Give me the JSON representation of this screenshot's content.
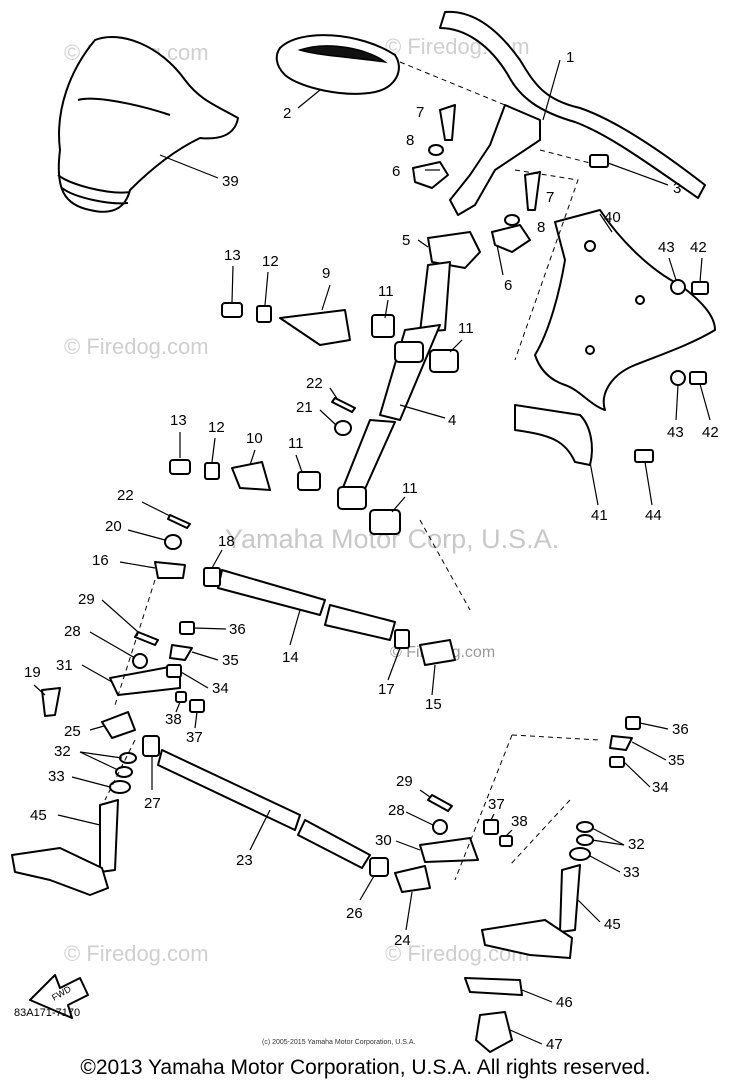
{
  "diagram": {
    "callouts": [
      {
        "id": "c1",
        "text": "1"
      },
      {
        "id": "c2",
        "text": "2"
      },
      {
        "id": "c3",
        "text": "3"
      },
      {
        "id": "c4",
        "text": "4"
      },
      {
        "id": "c5",
        "text": "5"
      },
      {
        "id": "c6a",
        "text": "6"
      },
      {
        "id": "c6b",
        "text": "6"
      },
      {
        "id": "c7a",
        "text": "7"
      },
      {
        "id": "c7b",
        "text": "7"
      },
      {
        "id": "c8a",
        "text": "8"
      },
      {
        "id": "c8b",
        "text": "8"
      },
      {
        "id": "c9",
        "text": "9"
      },
      {
        "id": "c10",
        "text": "10"
      },
      {
        "id": "c11a",
        "text": "11"
      },
      {
        "id": "c11b",
        "text": "11"
      },
      {
        "id": "c11c",
        "text": "11"
      },
      {
        "id": "c11d",
        "text": "11"
      },
      {
        "id": "c12a",
        "text": "12"
      },
      {
        "id": "c12b",
        "text": "12"
      },
      {
        "id": "c13a",
        "text": "13"
      },
      {
        "id": "c13b",
        "text": "13"
      },
      {
        "id": "c14",
        "text": "14"
      },
      {
        "id": "c15",
        "text": "15"
      },
      {
        "id": "c16",
        "text": "16"
      },
      {
        "id": "c17",
        "text": "17"
      },
      {
        "id": "c18",
        "text": "18"
      },
      {
        "id": "c19",
        "text": "19"
      },
      {
        "id": "c20",
        "text": "20"
      },
      {
        "id": "c21",
        "text": "21"
      },
      {
        "id": "c22a",
        "text": "22"
      },
      {
        "id": "c22b",
        "text": "22"
      },
      {
        "id": "c23",
        "text": "23"
      },
      {
        "id": "c24",
        "text": "24"
      },
      {
        "id": "c25",
        "text": "25"
      },
      {
        "id": "c26",
        "text": "26"
      },
      {
        "id": "c27",
        "text": "27"
      },
      {
        "id": "c28a",
        "text": "28"
      },
      {
        "id": "c28b",
        "text": "28"
      },
      {
        "id": "c29a",
        "text": "29"
      },
      {
        "id": "c29b",
        "text": "29"
      },
      {
        "id": "c30",
        "text": "30"
      },
      {
        "id": "c31",
        "text": "31"
      },
      {
        "id": "c32a",
        "text": "32"
      },
      {
        "id": "c32b",
        "text": "32"
      },
      {
        "id": "c33a",
        "text": "33"
      },
      {
        "id": "c33b",
        "text": "33"
      },
      {
        "id": "c34a",
        "text": "34"
      },
      {
        "id": "c34b",
        "text": "34"
      },
      {
        "id": "c35a",
        "text": "35"
      },
      {
        "id": "c35b",
        "text": "35"
      },
      {
        "id": "c36a",
        "text": "36"
      },
      {
        "id": "c36b",
        "text": "36"
      },
      {
        "id": "c37a",
        "text": "37"
      },
      {
        "id": "c37b",
        "text": "37"
      },
      {
        "id": "c38a",
        "text": "38"
      },
      {
        "id": "c38b",
        "text": "38"
      },
      {
        "id": "c39",
        "text": "39"
      },
      {
        "id": "c40",
        "text": "40"
      },
      {
        "id": "c41",
        "text": "41"
      },
      {
        "id": "c42a",
        "text": "42"
      },
      {
        "id": "c42b",
        "text": "42"
      },
      {
        "id": "c43a",
        "text": "43"
      },
      {
        "id": "c43b",
        "text": "43"
      },
      {
        "id": "c44",
        "text": "44"
      },
      {
        "id": "c45a",
        "text": "45"
      },
      {
        "id": "c45b",
        "text": "45"
      },
      {
        "id": "c46",
        "text": "46"
      },
      {
        "id": "c47",
        "text": "47"
      }
    ],
    "fwd_label": "FWD",
    "diagram_code": "83A171-7170",
    "small_copyright": "(c) 2005-2015 Yamaha Motor Corporation, U.S.A.",
    "watermark_center": "Yamaha Motor Corp, U.S.A.",
    "watermark_copy": "© Firedog.com",
    "watermark_site": "© Firedog.com"
  },
  "footer": {
    "copyright": "©2013 Yamaha Motor Corporation, U.S.A. All rights reserved."
  }
}
